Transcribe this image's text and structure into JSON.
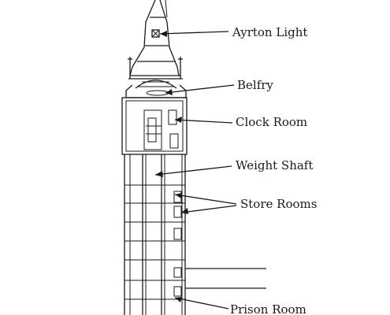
{
  "labels": {
    "ayrton_light": "Ayrton Light",
    "belfry": "Belfry",
    "clock_room": "Clock Room",
    "weight_shaft": "Weight Shaft",
    "store_rooms": "Store Rooms",
    "prison_room": "Prison Room"
  },
  "colors": {
    "line": "#1a1a1a",
    "background": "#ffffff"
  }
}
